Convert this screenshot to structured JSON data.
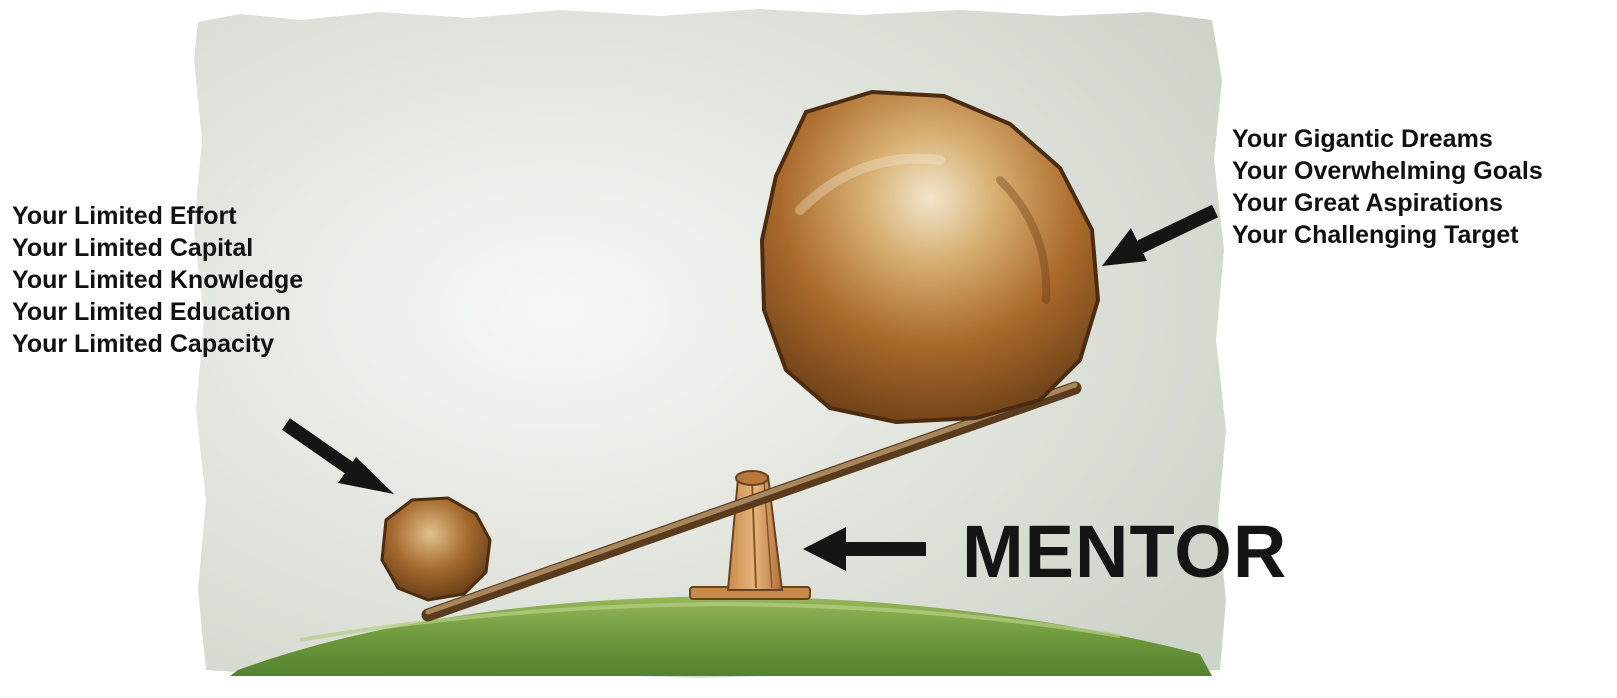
{
  "small_load_labels": [
    "Your Limited Effort",
    "Your Limited Capital",
    "Your Limited Knowledge",
    "Your Limited Education",
    "Your Limited Capacity"
  ],
  "large_load_labels": [
    "Your Gigantic Dreams",
    "Your Overwhelming Goals",
    "Your Great Aspirations",
    "Your Challenging Target"
  ],
  "fulcrum_label": "MENTOR",
  "colors": {
    "text": "#111111",
    "arrow": "#151515",
    "paper": "#e4e7df",
    "grass": "#7fa64a",
    "rock": "#9c6428",
    "lever": "#6b4a2a"
  },
  "icons": [
    "arrow-icon",
    "rock-icon",
    "lever-icon",
    "fulcrum-icon"
  ]
}
